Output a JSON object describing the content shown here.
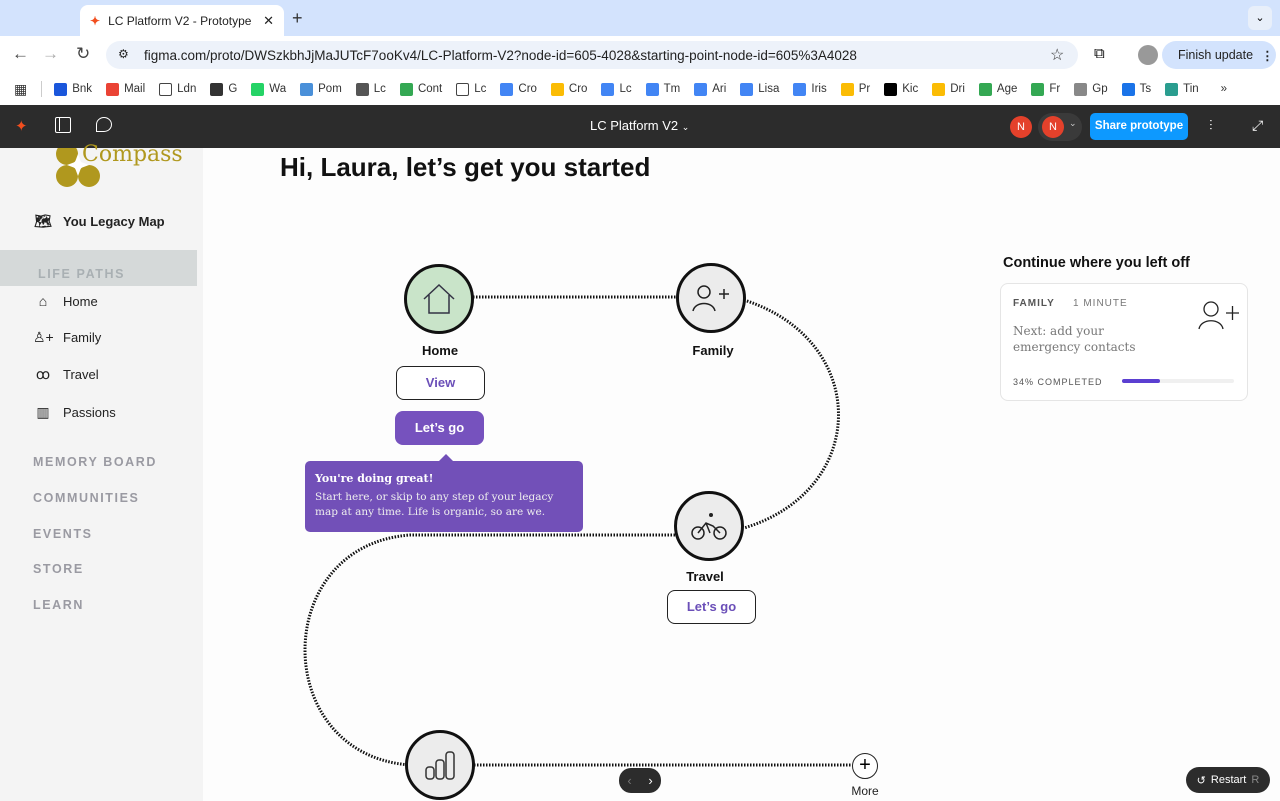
{
  "browser": {
    "tab_title": "LC Platform V2 - Prototype",
    "url": "figma.com/proto/DWSzkbhJjMaJUTcF7ooKv4/LC-Platform-V2?node-id=605-4028&starting-point-node-id=605%3A4028",
    "finish_update": "Finish update",
    "bookmarks": [
      {
        "label": "Bnk",
        "color": "#1a56db"
      },
      {
        "label": "Mail",
        "color": "#ea4335"
      },
      {
        "label": "Ldn",
        "color": "#ffffff"
      },
      {
        "label": "G",
        "color": "#333333"
      },
      {
        "label": "Wa",
        "color": "#25d366"
      },
      {
        "label": "Pom",
        "color": "#4a90d9"
      },
      {
        "label": "Lc",
        "color": "#555555"
      },
      {
        "label": "Cont",
        "color": "#34a853"
      },
      {
        "label": "Lc",
        "color": "#ffffff"
      },
      {
        "label": "Cro",
        "color": "#4285f4"
      },
      {
        "label": "Cro",
        "color": "#fbbc04"
      },
      {
        "label": "Lc",
        "color": "#4285f4"
      },
      {
        "label": "Tm",
        "color": "#4285f4"
      },
      {
        "label": "Ari",
        "color": "#4285f4"
      },
      {
        "label": "Lisa",
        "color": "#4285f4"
      },
      {
        "label": "Iris",
        "color": "#4285f4"
      },
      {
        "label": "Pr",
        "color": "#fbbc04"
      },
      {
        "label": "Kic",
        "color": "#000000"
      },
      {
        "label": "Dri",
        "color": "#fbbc04"
      },
      {
        "label": "Age",
        "color": "#34a853"
      },
      {
        "label": "Fr",
        "color": "#34a853"
      },
      {
        "label": "Gp",
        "color": "#888888"
      },
      {
        "label": "Ts",
        "color": "#1a73e8"
      },
      {
        "label": "Tin",
        "color": "#2a9d8f"
      }
    ]
  },
  "figma": {
    "title": "LC Platform V2",
    "avatar1": "N",
    "avatar2": "N",
    "share": "Share prototype",
    "restart": "Restart",
    "restart_key": "R"
  },
  "sidebar": {
    "logo_text": "Compass",
    "legacy_map": "You Legacy Map",
    "life_paths": "LIFE PATHS",
    "paths": [
      {
        "label": "Home",
        "icon": "home-icon"
      },
      {
        "label": "Family",
        "icon": "add-person-icon"
      },
      {
        "label": "Travel",
        "icon": "bicycle-icon"
      },
      {
        "label": "Passions",
        "icon": "bar-chart-icon"
      }
    ],
    "sections": [
      "MEMORY BOARD",
      "COMMUNITIES",
      "EVENTS",
      "STORE",
      "LEARN"
    ]
  },
  "main": {
    "greeting": "Hi, Laura, let’s get you started",
    "nodes": {
      "home": "Home",
      "family": "Family",
      "travel": "Travel",
      "more": "More"
    },
    "view": "View",
    "lets_go": "Let’s go",
    "tooltip": {
      "title": "You're doing great!",
      "body": "Start here, or skip to any step of your legacy map at any time. Life is organic, so are we."
    },
    "continue": {
      "heading": "Continue where you left off",
      "category": "FAMILY",
      "duration": "1 MINUTE",
      "next": "Next: add your emergency contacts",
      "progress_label": "34% COMPLETED",
      "progress": 34,
      "accent": "#5b3fd1"
    }
  }
}
